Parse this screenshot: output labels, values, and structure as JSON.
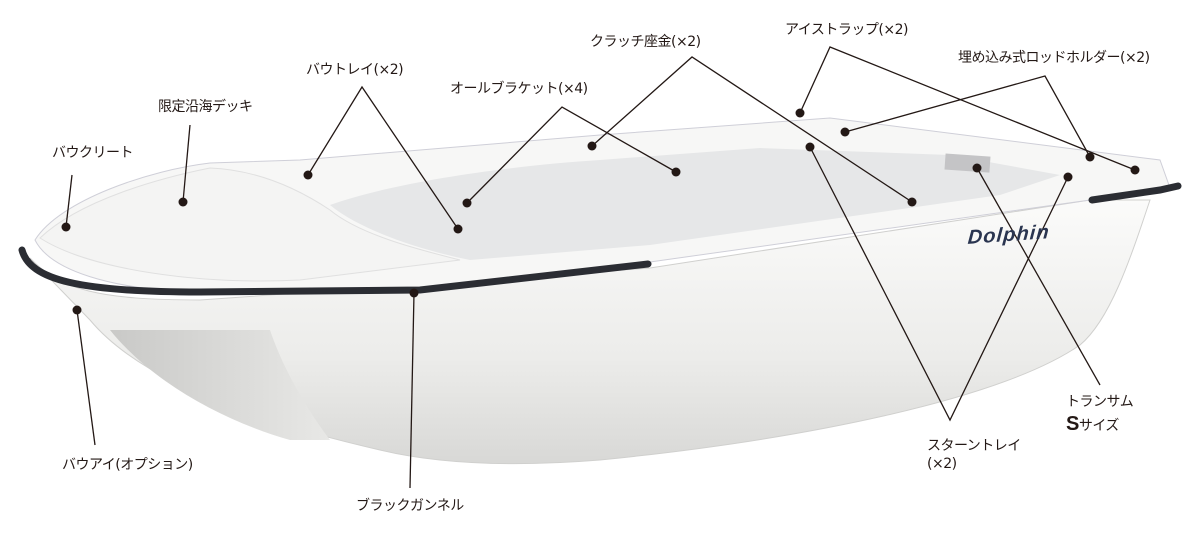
{
  "title": "Dolphin boat parts diagram",
  "logo_text": "Dolphin",
  "labels": {
    "bow_cleat": "バウクリート",
    "limited_coastal_deck": "限定沿海デッキ",
    "bow_tray": "バウトレイ(×2)",
    "oar_bracket": "オールブラケット(×4)",
    "clutch_washer": "クラッチ座金(×2)",
    "eye_strap": "アイストラップ(×2)",
    "rod_holder": "埋め込み式ロッドホルダー(×2)",
    "stern_tray_line1": "スターントレイ",
    "stern_tray_line2": "(×2)",
    "transom_line1": "トランサム",
    "transom_size_letter": "S",
    "transom_size_suffix": "サイズ",
    "bow_eye": "バウアイ(オプション)",
    "black_gunwale": "ブラックガンネル"
  },
  "colors": {
    "line": "#231815",
    "gunwale": "#2b2d33",
    "hull": "#f2f2f0"
  }
}
